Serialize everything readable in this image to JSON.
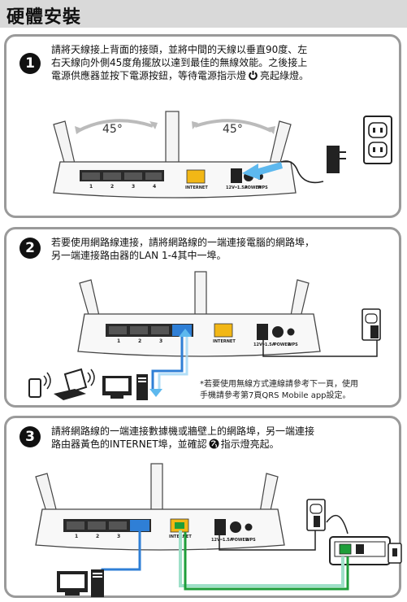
{
  "title": "硬體安裝",
  "steps": [
    {
      "number": "1",
      "line1": "請將天線接上背面的接頭，並將中間的天線以垂直90度、左",
      "line2": "右天線向外側45度角擺放以達到最佳的無線效能。之後接上",
      "line3_pre": "電源供應器並按下電源按鈕，等待電源指示燈",
      "line3_post": "亮起綠燈。",
      "angle_left": "45°",
      "angle_right": "45°"
    },
    {
      "number": "2",
      "line1": "若要使用網路線連接，請將網路線的一端連接電腦的網路埠，",
      "line2": "另一端連接路由器的LAN 1-4其中一埠。",
      "note1": "*若要使用無線方式連線請參考下一頁，使用",
      "note2": "手機請參考第7頁QRS Mobile app設定。"
    },
    {
      "number": "3",
      "line1": "請將網路線的一端連接數據機或牆壁上的網路埠，另一端連接",
      "line2_pre": "路由器黃色的INTERNET埠，並確認",
      "line2_post": "指示燈亮起。"
    }
  ],
  "router_labels": {
    "lan1": "1",
    "lan2": "2",
    "lan3": "3",
    "lan4": "4",
    "internet": "INTERNET",
    "dc": "12V═1.5A",
    "power": "POWER",
    "wps": "WPS"
  },
  "icons": [
    "power-icon",
    "globe-icon",
    "smartphone-icon",
    "laptop-icon",
    "desktop-icon",
    "wall-outlet-icon",
    "power-adapter-icon",
    "modem-icon"
  ],
  "colors": {
    "internet_port": "#f2b716",
    "lan_cable": "#2f7fd6",
    "wan_cable": "#1e9e3a",
    "wan_cable_light": "#9ee0c8",
    "arrow_blue": "#5db8ee"
  }
}
